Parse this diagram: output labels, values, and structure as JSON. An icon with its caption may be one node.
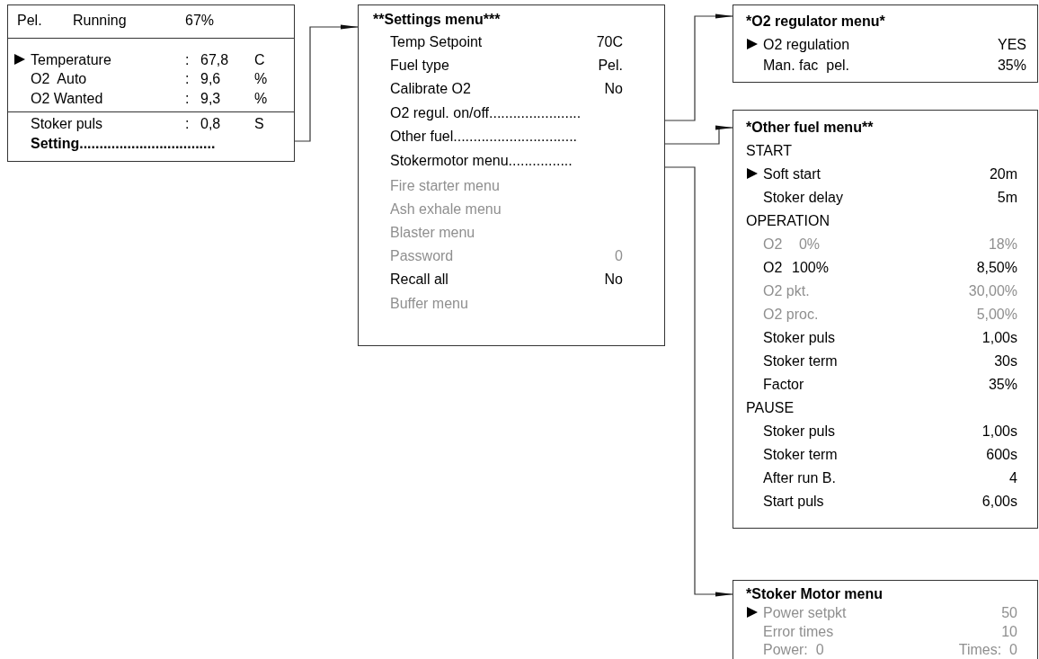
{
  "diagram": {
    "nodes": [
      {
        "text": [
          "Pel.",
          "Running",
          "67%",
          "Temperature",
          ":",
          "67,8",
          "C",
          "O2  Auto",
          ":",
          "9,6",
          "%",
          "O2 Wanted",
          ":",
          "9,3",
          "%",
          "Stoker puls",
          ":",
          "0,8",
          "S",
          "Setting.................................."
        ]
      },
      {
        "text": [
          "**Settings menu***",
          "Temp Setpoint",
          "70C",
          "Fuel type",
          "Pel.",
          "Calibrate O2",
          "No",
          "O2 regul. on/off.......................",
          "Other fuel...............................",
          "Stokermotor menu................",
          "Fire starter menu",
          "Ash exhale menu",
          "Blaster menu",
          "Password",
          "0",
          "Recall all",
          "No",
          "Buffer menu"
        ]
      },
      {
        "text": [
          "*O2 regulator menu*",
          "O2 regulation",
          "YES",
          "Man. fac  pel.",
          "35%"
        ]
      },
      {
        "text": [
          "*Other fuel menu**",
          "START",
          "Soft start",
          "20m",
          "Stoker delay",
          "5m",
          "OPERATION",
          "O2",
          "0%",
          "18%",
          "O2",
          "100%",
          "8,50%",
          "O2 pkt.",
          "30,00%",
          "O2 proc.",
          "5,00%",
          "Stoker puls",
          "1,00s",
          "Stoker term",
          "30s",
          "Factor",
          "35%",
          "PAUSE",
          "Stoker puls",
          "1,00s",
          "Stoker term",
          "600s",
          "After run B.",
          "4",
          "Start puls",
          "6,00s"
        ]
      },
      {
        "text": [
          "*Stoker Motor menu",
          "Power setpkt",
          "50",
          "Error times",
          "10",
          "Power:  0",
          "Times:  0"
        ]
      }
    ],
    "edges": [
      {
        "from": 0,
        "to": 1,
        "arrow": "to"
      },
      {
        "from": 1,
        "to": 2,
        "arrow": "to"
      },
      {
        "from": 1,
        "to": 3,
        "arrow": "to"
      },
      {
        "from": 1,
        "to": 4,
        "arrow": "to"
      }
    ]
  }
}
